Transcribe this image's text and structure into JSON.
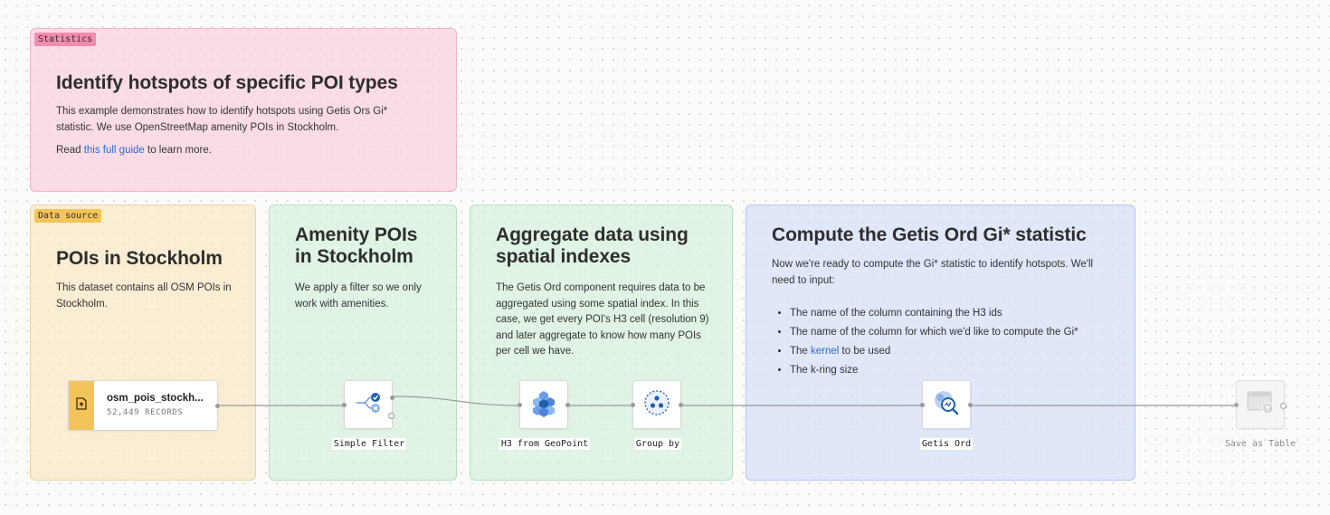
{
  "groups": {
    "intro": {
      "tag": "Statistics",
      "title": "Identify hotspots of specific POI types",
      "body": "This example demonstrates how to identify hotspots using Getis Ors Gi* statistic. We use OpenStreetMap amenity POIs in Stockholm.",
      "read_prefix": "Read ",
      "read_link": "this full guide",
      "read_suffix": " to learn more."
    },
    "source": {
      "tag": "Data source",
      "title": "POIs in Stockholm",
      "body": "This dataset contains all OSM POIs in Stockholm."
    },
    "amenity": {
      "title_line1": "Amenity POIs",
      "title_line2": "in Stockholm",
      "body": "We apply a filter so we only work with amenities."
    },
    "aggregate": {
      "title_line1": "Aggregate data using",
      "title_line2": "spatial indexes",
      "body": "The Getis Ord component requires data to be aggregated using some spatial index. In this case, we get every POI's H3 cell (resolution 9) and later aggregate to know how many POIs per cell we have."
    },
    "compute": {
      "title": "Compute the Getis Ord Gi* statistic",
      "body": "Now we're ready to compute the Gi* statistic to identify hotspots. We'll need to input:",
      "bullets": [
        "The name of the column containing the H3 ids",
        "The name of the column for which we'd like to compute the Gi*",
        "to be used",
        "The k-ring size"
      ],
      "kernel_prefix": "The ",
      "kernel_link": "kernel"
    }
  },
  "nodes": {
    "source": {
      "name": "osm_pois_stockh...",
      "records": "52,449 RECORDS",
      "icon": "upload-file-icon"
    },
    "filter": {
      "label": "Simple Filter",
      "icon": "filter-icon"
    },
    "h3": {
      "label": "H3 from GeoPoint",
      "icon": "hexagon-cluster-icon"
    },
    "groupby": {
      "label": "Group by",
      "icon": "group-by-icon"
    },
    "getis": {
      "label": "Getis Ord",
      "icon": "spatial-analysis-icon"
    },
    "save": {
      "label": "Save as Table",
      "icon": "save-table-icon"
    }
  },
  "colors": {
    "intro_bg": "#fad0de",
    "source_bg": "#f8e8c4",
    "green_bg": "#d6f0dc",
    "blue_bg": "#d9e2f8",
    "link": "#2c6bd6",
    "source_accent": "#f2c45a"
  }
}
